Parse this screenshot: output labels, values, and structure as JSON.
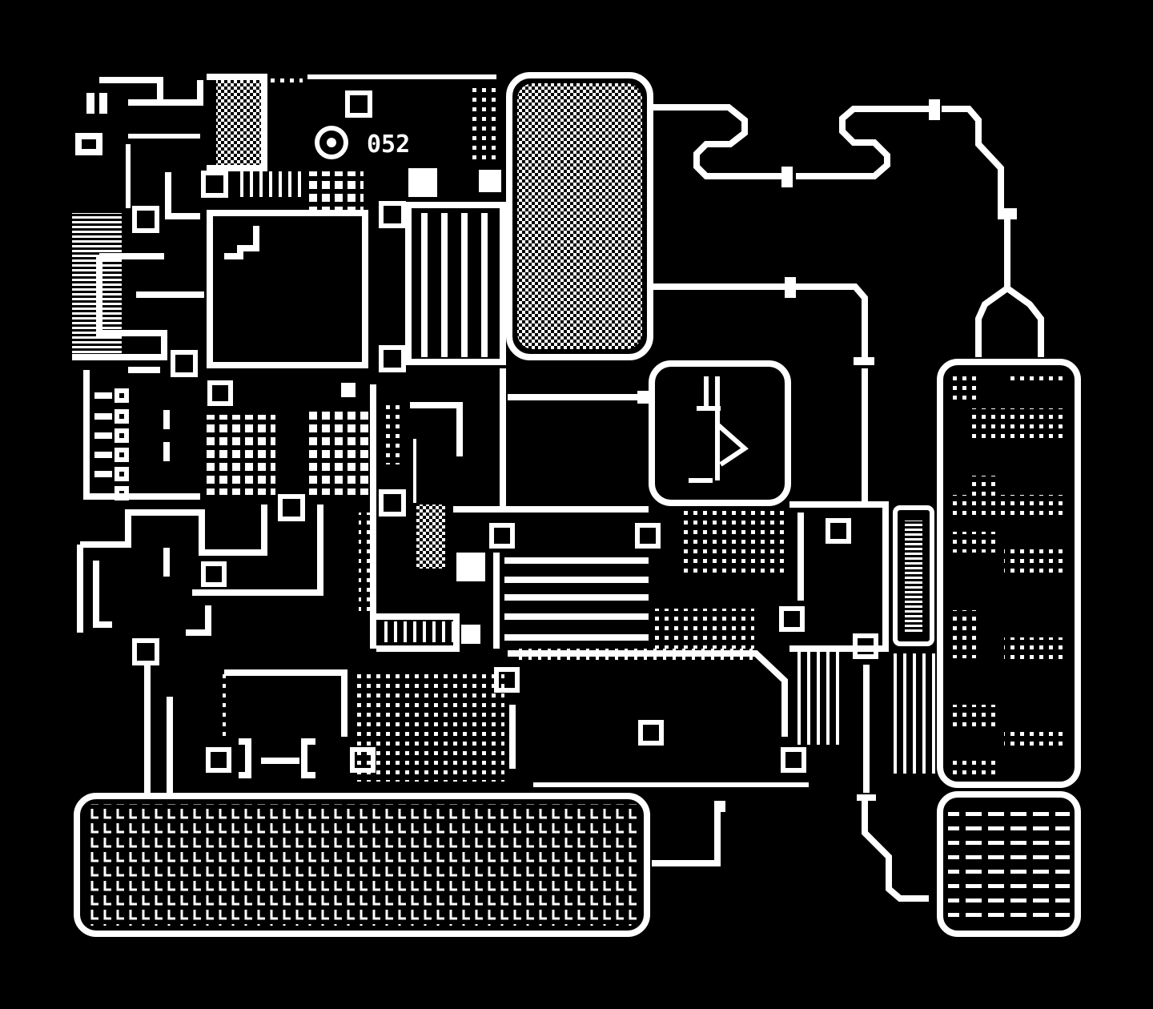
{
  "colors": {
    "background": "#000000",
    "foreground": "#ffffff"
  },
  "board": {
    "chip_label": "052",
    "regions": [
      "top-left-logic-area",
      "top-center-processor",
      "mesh-panel-top",
      "serpentine-traces",
      "display-window",
      "left-mid-connector-column",
      "center-grid-blocks",
      "bottom-left-keyboard",
      "right-tall-mesh-column",
      "right-bottom-keypad",
      "center-bus-area"
    ]
  }
}
